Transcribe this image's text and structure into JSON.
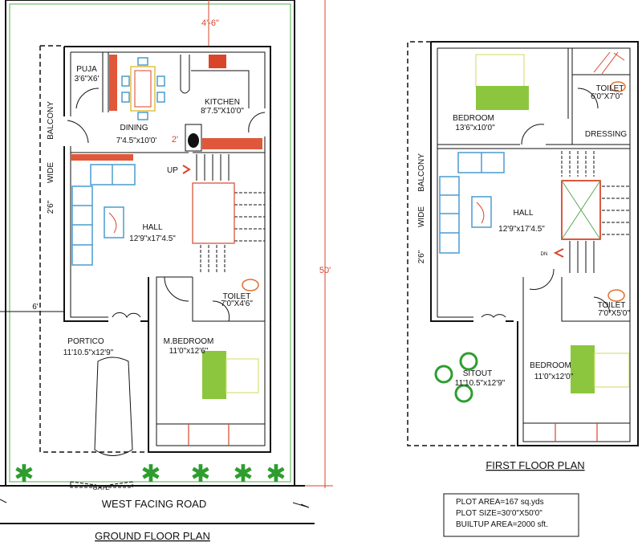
{
  "ground_floor": {
    "title": "GROUND FLOOR PLAN",
    "road_label": "WEST FACING ROAD",
    "gate_label": "GATE",
    "dimensions": {
      "top_setback": "4'-6\"",
      "depth": "50'",
      "side_setback": "6'",
      "stair_offset": "2'"
    },
    "balcony": {
      "label": "BALCONY",
      "wide": "WIDE",
      "width": "2'6\""
    },
    "stair_label": "UP",
    "rooms": {
      "puja": {
        "name": "PUJA",
        "size": "3'6\"X6'"
      },
      "kitchen": {
        "name": "KITCHEN",
        "size": "8'7.5\"X10'0\""
      },
      "dining": {
        "name": "DINING",
        "size": "7'4.5\"x10'0'"
      },
      "hall": {
        "name": "HALL",
        "size": "12'9\"x17'4.5\""
      },
      "toilet": {
        "name": "TOILET",
        "size": "7'0\"X4'6\""
      },
      "portico": {
        "name": "PORTICO",
        "size": "11'10.5\"x12'9\""
      },
      "master_bedroom": {
        "name": "M.BEDROOM",
        "size": "11'0\"x12'6\""
      }
    }
  },
  "first_floor": {
    "title": "FIRST FLOOR PLAN",
    "balcony": {
      "label": "BALCONY",
      "wide": "WIDE",
      "width": "2'6\""
    },
    "stair_label": "DN",
    "rooms": {
      "bedroom1": {
        "name": "BEDROOM",
        "size": "13'6\"x10'0\""
      },
      "toilet1": {
        "name": "TOILET",
        "size": "6'0\"X7'0\""
      },
      "dressing": {
        "name": "DRESSING"
      },
      "hall": {
        "name": "HALL",
        "size": "12'9\"x17'4.5\""
      },
      "toilet2": {
        "name": "TOILET",
        "size": "7'0\"X5'0\""
      },
      "bedroom2": {
        "name": "BEDROOM",
        "size": "11'0\"x12'0\""
      },
      "sitout": {
        "name": "SITOUT",
        "size": "11'10.5\"x12'9\""
      }
    }
  },
  "summary": {
    "plot_area": "PLOT AREA=167 sq.yds",
    "plot_size": "PLOT SIZE=30'0\"X50'0\"",
    "builtup_area": "BUILTUP AREA=2000 sft."
  },
  "colors": {
    "wall": "#111111",
    "dimension": "#d9452b",
    "furniture": "#4a9cd0",
    "plant": "#37b24d",
    "bed": "#8cc63f"
  }
}
